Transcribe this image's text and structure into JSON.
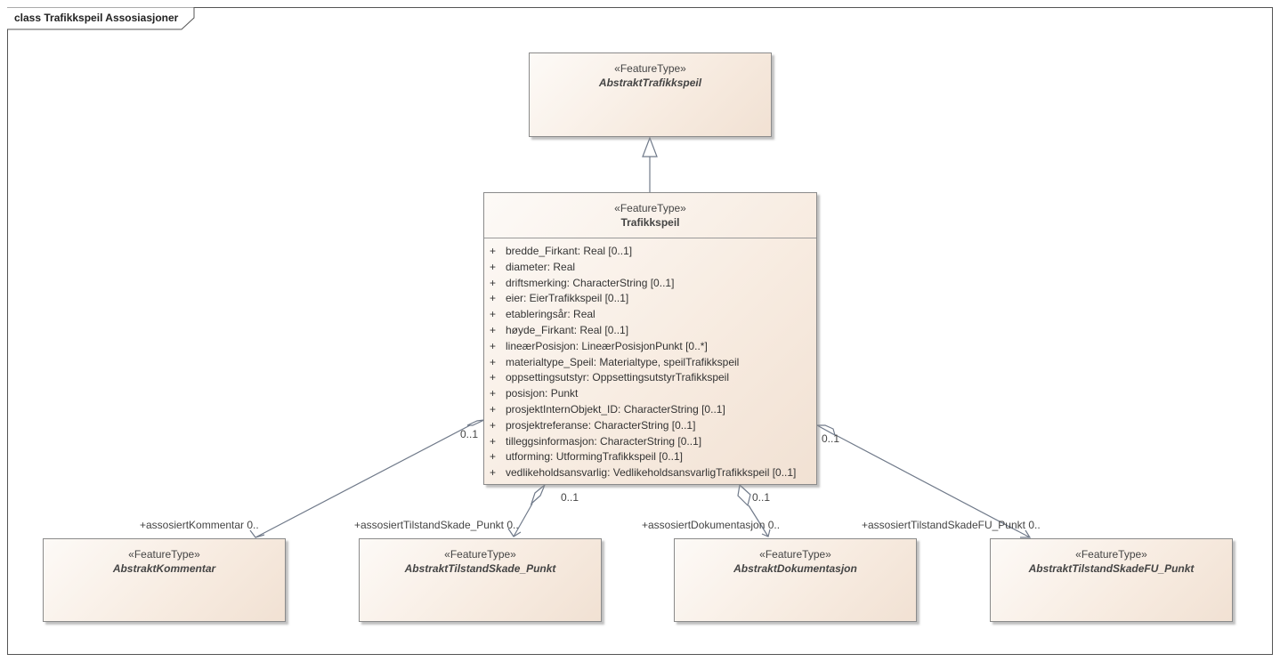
{
  "frame": {
    "title": "class Trafikkspeil Assosiasjoner"
  },
  "classes": {
    "abstrakt_trafikkspeil": {
      "stereotype": "«FeatureType»",
      "name": "AbstraktTrafikkspeil"
    },
    "trafikkspeil": {
      "stereotype": "«FeatureType»",
      "name": "Trafikkspeil",
      "attributes": [
        {
          "vis": "+",
          "text": "bredde_Firkant: Real [0..1]"
        },
        {
          "vis": "+",
          "text": "diameter: Real"
        },
        {
          "vis": "+",
          "text": "driftsmerking: CharacterString [0..1]"
        },
        {
          "vis": "+",
          "text": "eier: EierTrafikkspeil [0..1]"
        },
        {
          "vis": "+",
          "text": "etableringsår: Real"
        },
        {
          "vis": "+",
          "text": "høyde_Firkant: Real [0..1]"
        },
        {
          "vis": "+",
          "text": "lineærPosisjon: LineærPosisjonPunkt [0..*]"
        },
        {
          "vis": "+",
          "text": "materialtype_Speil: Materialtype, speilTrafikkspeil"
        },
        {
          "vis": "+",
          "text": "oppsettingsutstyr: OppsettingsutstyrTrafikkspeil"
        },
        {
          "vis": "+",
          "text": "posisjon: Punkt"
        },
        {
          "vis": "+",
          "text": "prosjektInternObjekt_ID: CharacterString [0..1]"
        },
        {
          "vis": "+",
          "text": "prosjektreferanse: CharacterString [0..1]"
        },
        {
          "vis": "+",
          "text": "tilleggsinformasjon: CharacterString [0..1]"
        },
        {
          "vis": "+",
          "text": "utforming: UtformingTrafikkspeil [0..1]"
        },
        {
          "vis": "+",
          "text": "vedlikeholdsansvarlig: VedlikeholdsansvarligTrafikkspeil [0..1]"
        }
      ]
    },
    "abstrakt_kommentar": {
      "stereotype": "«FeatureType»",
      "name": "AbstraktKommentar"
    },
    "abstrakt_tilstand_skade_punkt": {
      "stereotype": "«FeatureType»",
      "name": "AbstraktTilstandSkade_Punkt"
    },
    "abstrakt_dokumentasjon": {
      "stereotype": "«FeatureType»",
      "name": "AbstraktDokumentasjon"
    },
    "abstrakt_tilstand_skade_fu_punkt": {
      "stereotype": "«FeatureType»",
      "name": "AbstraktTilstandSkadeFU_Punkt"
    }
  },
  "associations": {
    "kommentar": {
      "source_multiplicity": "0..1",
      "role": "+assosiertKommentar 0.."
    },
    "tilstand_skade": {
      "source_multiplicity": "0..1",
      "role": "+assosiertTilstandSkade_Punkt 0.."
    },
    "dokumentasjon": {
      "source_multiplicity": "0..1",
      "role": "+assosiertDokumentasjon 0.."
    },
    "tilstand_skade_fu": {
      "source_multiplicity": "0..1",
      "role": "+assosiertTilstandSkadeFU_Punkt 0.."
    }
  },
  "colors": {
    "line": "#707a8a",
    "border": "#8a8a8a",
    "fill_light": "#fdfaf7",
    "fill_dark": "#f1e1d3"
  }
}
